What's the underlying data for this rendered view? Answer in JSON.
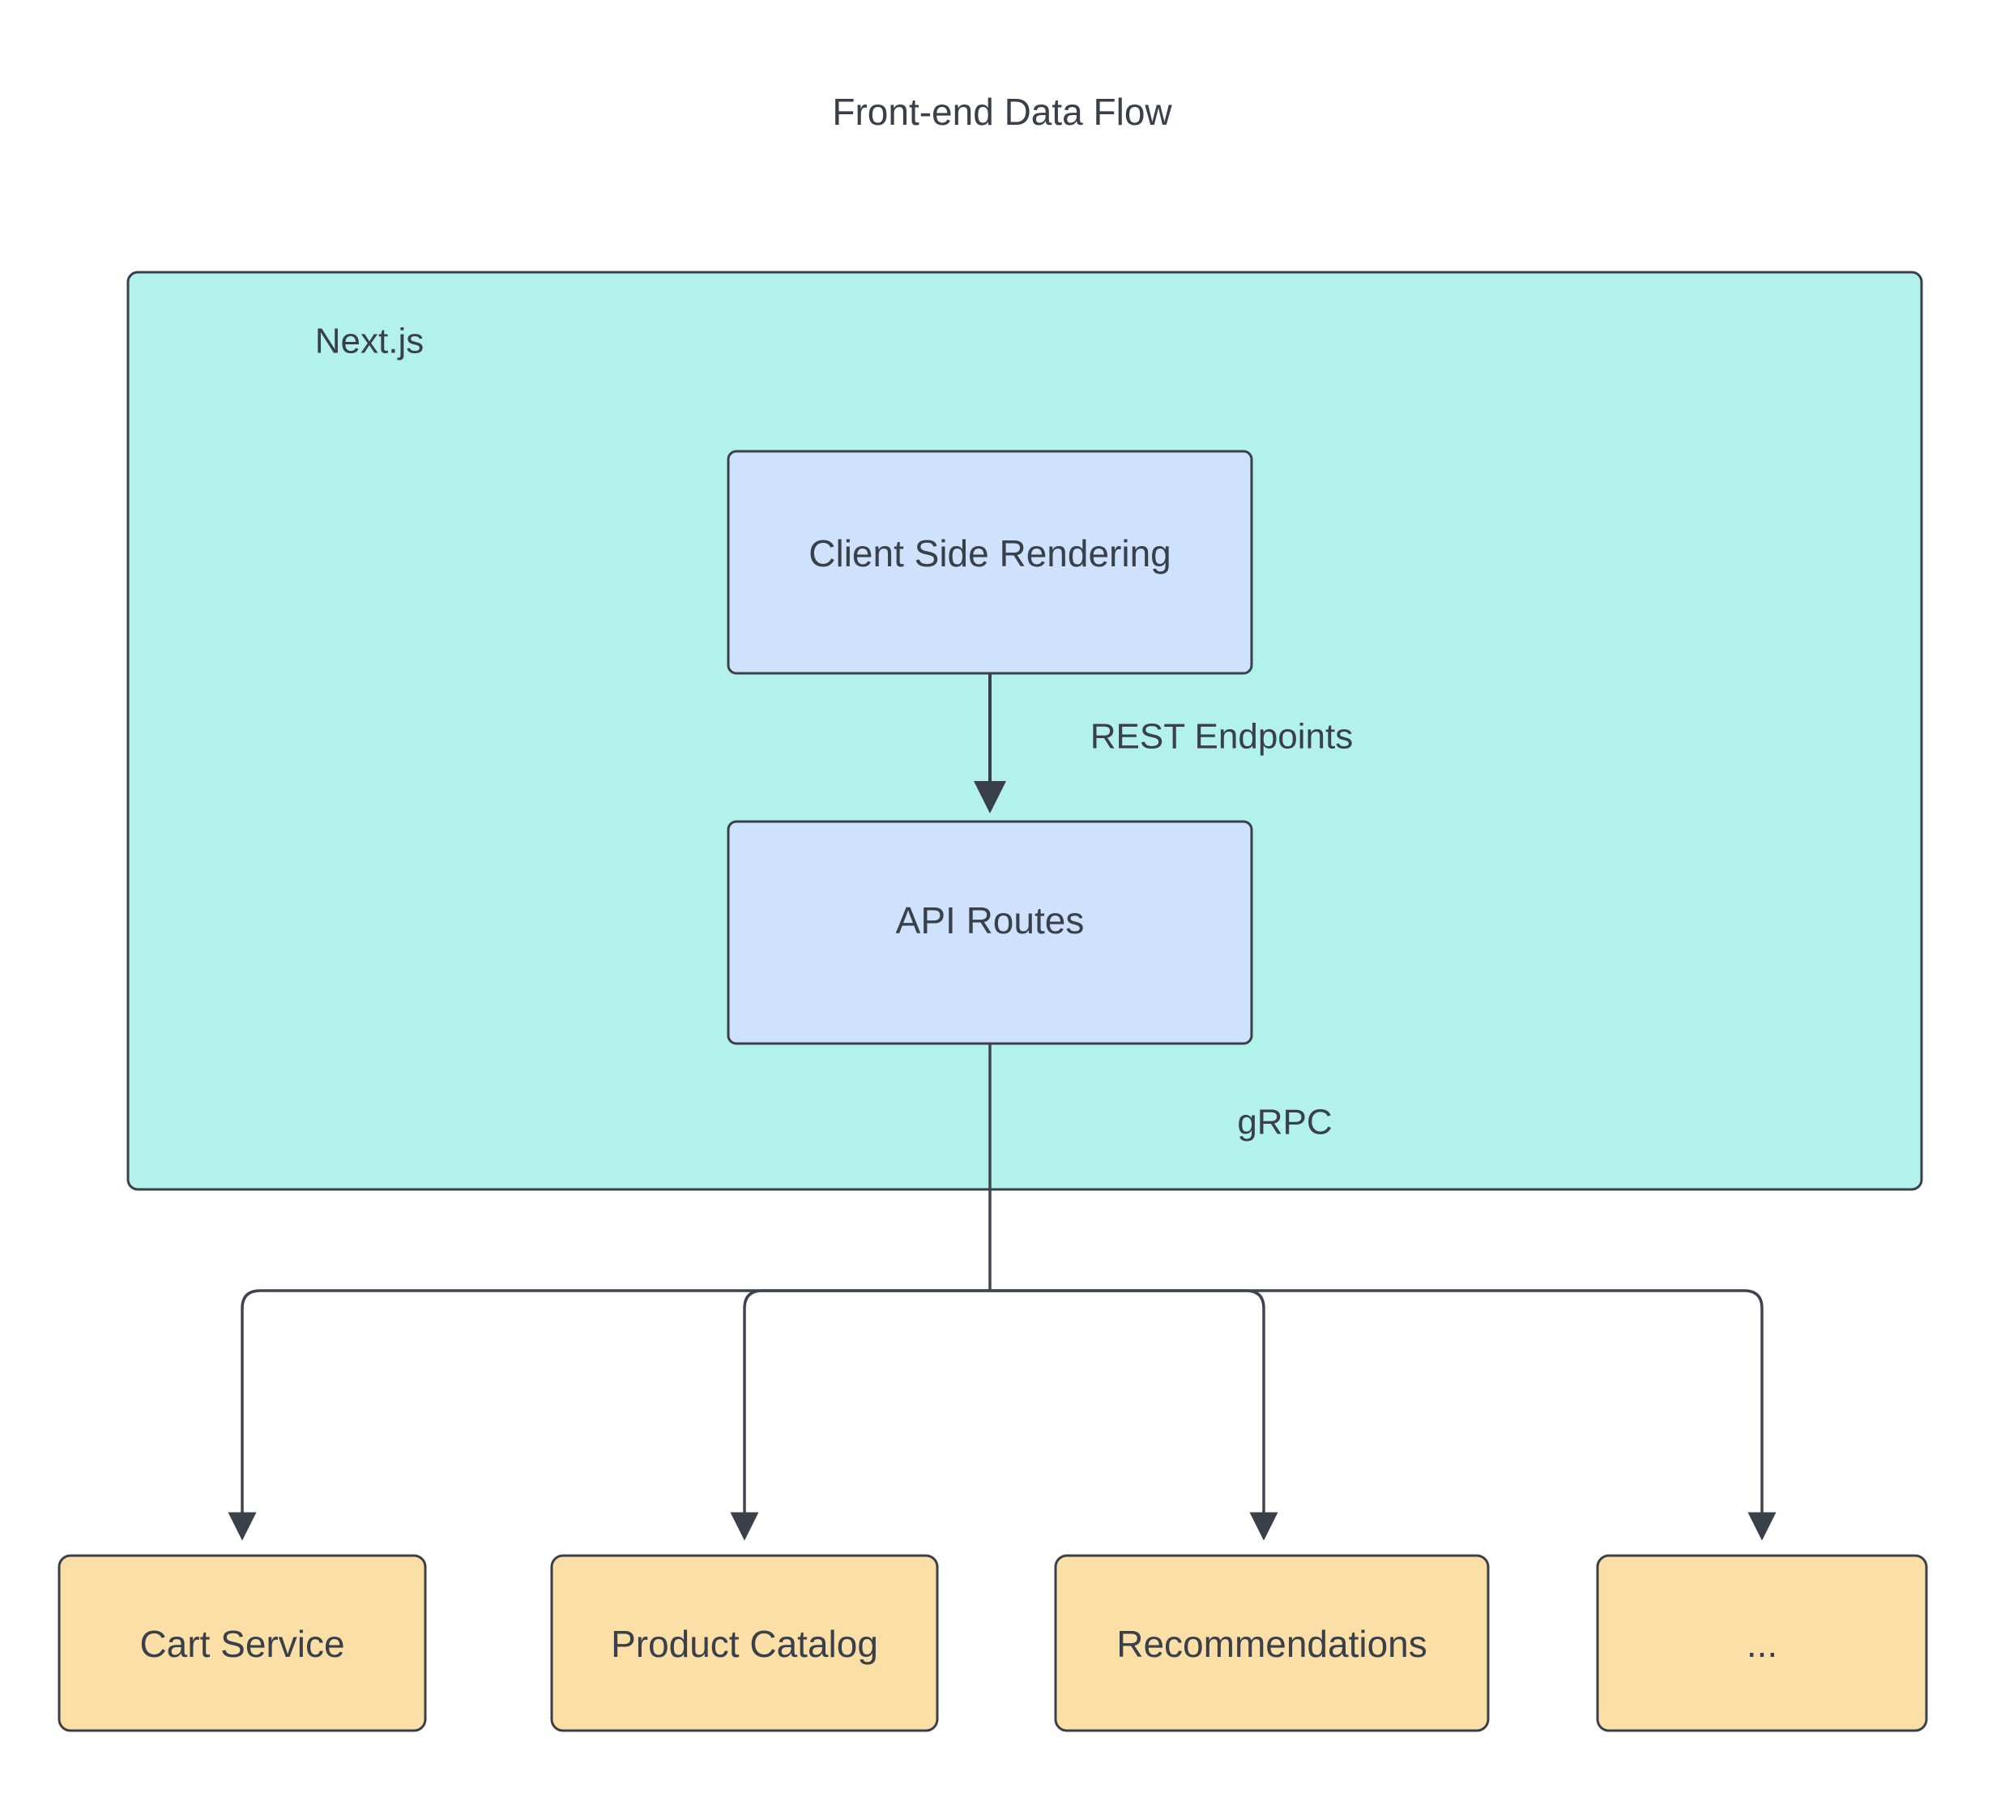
{
  "diagram": {
    "title": "Front-end Data Flow",
    "type": "flowchart",
    "background_color": "#ffffff",
    "text_color": "#394049",
    "border_color": "#394049",
    "clusters": [
      {
        "id": "nextjs",
        "label": "Next.js",
        "fill_color": "#b2f2ea",
        "contains": [
          "csr",
          "api_routes"
        ]
      }
    ],
    "nodes": [
      {
        "id": "csr",
        "label": "Client Side Rendering",
        "shape": "rounded-rect",
        "fill_color": "#cfe2fd",
        "group": "nextjs"
      },
      {
        "id": "api_routes",
        "label": "API Routes",
        "shape": "rounded-rect",
        "fill_color": "#cfe2fd",
        "group": "nextjs"
      },
      {
        "id": "cart",
        "label": "Cart Service",
        "shape": "rounded-rect",
        "fill_color": "#fcdfa6",
        "group": "services"
      },
      {
        "id": "catalog",
        "label": "Product Catalog",
        "shape": "rounded-rect",
        "fill_color": "#fcdfa6",
        "group": "services"
      },
      {
        "id": "recs",
        "label": "Recommendations",
        "shape": "rounded-rect",
        "fill_color": "#fcdfa6",
        "group": "services"
      },
      {
        "id": "more",
        "label": "...",
        "shape": "rounded-rect",
        "fill_color": "#fcdfa6",
        "group": "services"
      }
    ],
    "edges": [
      {
        "from": "csr",
        "to": "api_routes",
        "label": "REST Endpoints",
        "arrow": true
      },
      {
        "from": "api_routes",
        "to": "cart",
        "label": "gRPC",
        "arrow": true
      },
      {
        "from": "api_routes",
        "to": "catalog",
        "label": "",
        "arrow": true
      },
      {
        "from": "api_routes",
        "to": "recs",
        "label": "",
        "arrow": true
      },
      {
        "from": "api_routes",
        "to": "more",
        "label": "",
        "arrow": true
      }
    ],
    "edge_labels": {
      "rest": "REST Endpoints",
      "grpc": "gRPC"
    }
  }
}
